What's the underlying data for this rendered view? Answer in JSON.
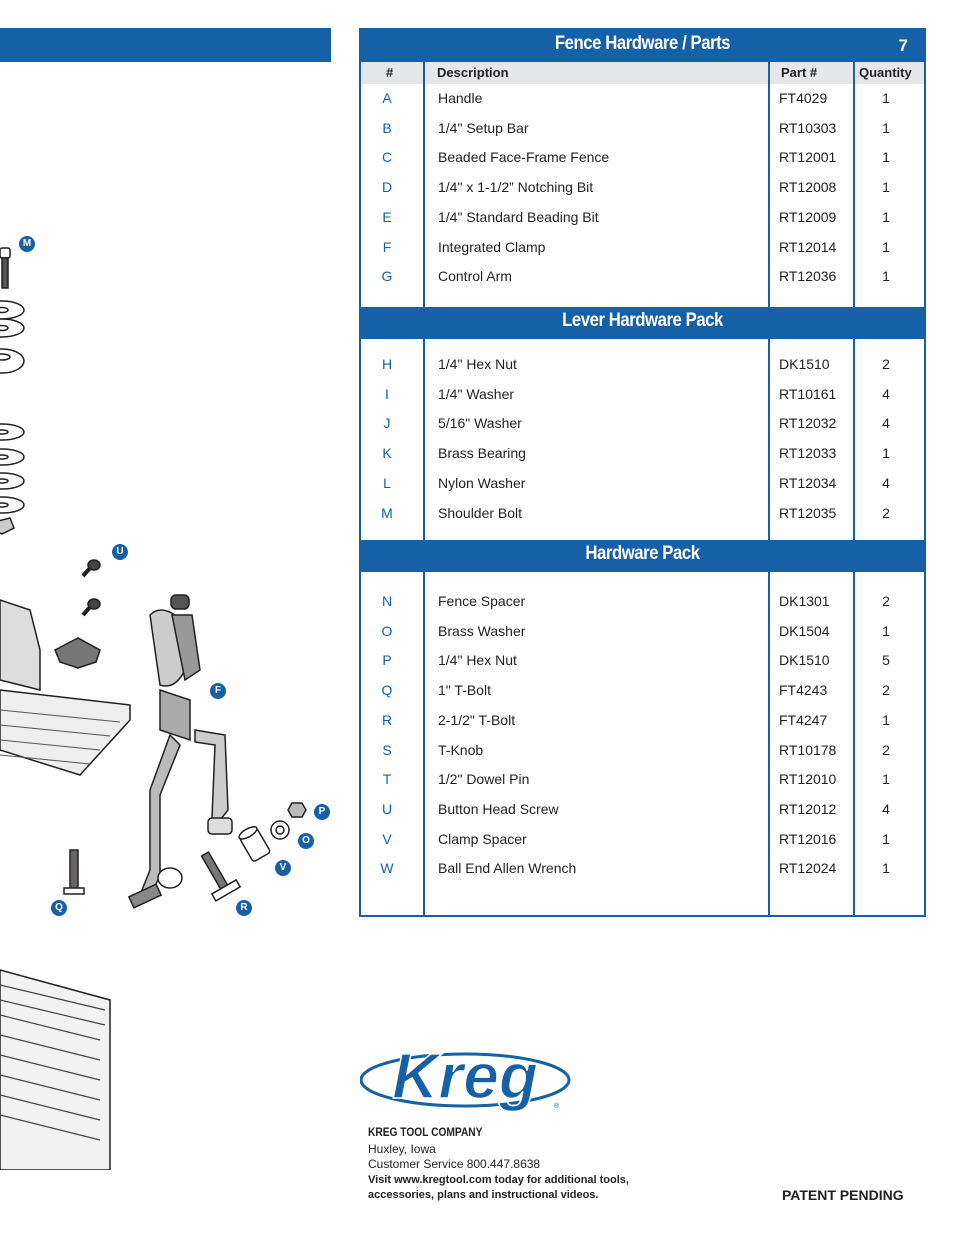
{
  "page_number": "7",
  "columns": {
    "num": "#",
    "description": "Description",
    "part": "Part #",
    "quantity": "Quantity"
  },
  "sections": [
    {
      "title": "Fence Hardware / Parts",
      "rows": [
        {
          "letter": "A",
          "description": "Handle",
          "part": "FT4029",
          "qty": "1"
        },
        {
          "letter": "B",
          "description": "1/4\" Setup Bar",
          "part": "RT10303",
          "qty": "1"
        },
        {
          "letter": "C",
          "description": "Beaded Face-Frame Fence",
          "part": "RT12001",
          "qty": "1"
        },
        {
          "letter": "D",
          "description": "1/4\" x 1-1/2” Notching Bit",
          "part": "RT12008",
          "qty": "1"
        },
        {
          "letter": "E",
          "description": "1/4\" Standard Beading Bit",
          "part": "RT12009",
          "qty": "1"
        },
        {
          "letter": "F",
          "description": "Integrated Clamp",
          "part": "RT12014",
          "qty": "1"
        },
        {
          "letter": "G",
          "description": "Control Arm",
          "part": "RT12036",
          "qty": "1"
        }
      ]
    },
    {
      "title": "Lever Hardware Pack",
      "rows": [
        {
          "letter": "H",
          "description": "1/4\" Hex Nut",
          "part": "DK1510",
          "qty": "2"
        },
        {
          "letter": "I",
          "description": "1/4\" Washer",
          "part": "RT10161",
          "qty": "4"
        },
        {
          "letter": "J",
          "description": "5/16\" Washer",
          "part": "RT12032",
          "qty": "4"
        },
        {
          "letter": "K",
          "description": "Brass Bearing",
          "part": "RT12033",
          "qty": "1"
        },
        {
          "letter": "L",
          "description": "Nylon Washer",
          "part": "RT12034",
          "qty": "4"
        },
        {
          "letter": "M",
          "description": "Shoulder Bolt",
          "part": "RT12035",
          "qty": "2"
        }
      ]
    },
    {
      "title": "Hardware Pack",
      "rows": [
        {
          "letter": "N",
          "description": "Fence Spacer",
          "part": "DK1301",
          "qty": "2"
        },
        {
          "letter": "O",
          "description": "Brass Washer",
          "part": "DK1504",
          "qty": "1"
        },
        {
          "letter": "P",
          "description": "1/4\" Hex Nut",
          "part": "DK1510",
          "qty": "5"
        },
        {
          "letter": "Q",
          "description": "1\" T-Bolt",
          "part": "FT4243",
          "qty": "2"
        },
        {
          "letter": "R",
          "description": "2-1/2\" T-Bolt",
          "part": "FT4247",
          "qty": "1"
        },
        {
          "letter": "S",
          "description": "T-Knob",
          "part": "RT10178",
          "qty": "2"
        },
        {
          "letter": "T",
          "description": "1/2\" Dowel Pin",
          "part": "RT12010",
          "qty": "1"
        },
        {
          "letter": "U",
          "description": "Button Head Screw",
          "part": "RT12012",
          "qty": "4"
        },
        {
          "letter": "V",
          "description": "Clamp Spacer",
          "part": "RT12016",
          "qty": "1"
        },
        {
          "letter": "W",
          "description": "Ball End Allen Wrench",
          "part": "RT12024",
          "qty": "1"
        }
      ]
    }
  ],
  "diagram_callouts": [
    "M",
    "U",
    "F",
    "P",
    "O",
    "V",
    "Q",
    "R"
  ],
  "company": {
    "logo_text": "Kreg",
    "name": "KREG TOOL COMPANY",
    "city": "Huxley, Iowa",
    "service": "Customer Service 800.447.8638",
    "visit_line1": "Visit www.kregtool.com today for additional tools,",
    "visit_line2": "accessories, plans and instructional videos."
  },
  "patent": "PATENT PENDING",
  "colors": {
    "accent": "#1660a8",
    "header_gray": "#e6e7e8"
  }
}
